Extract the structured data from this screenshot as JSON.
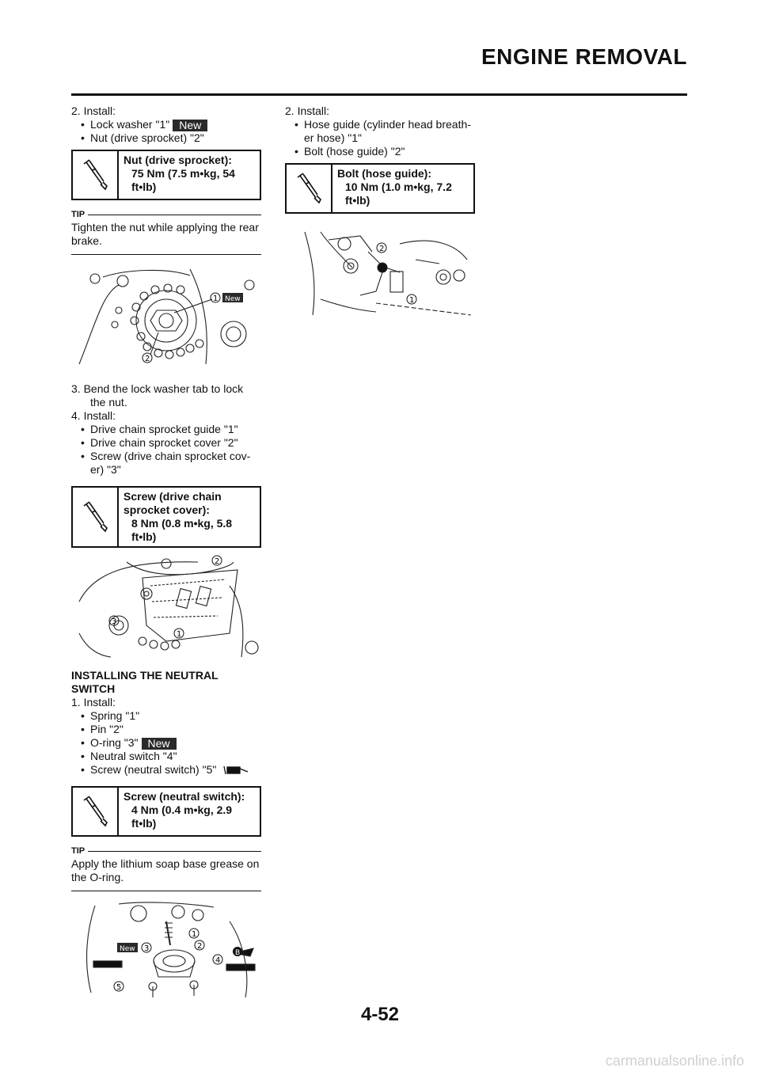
{
  "header": {
    "title": "ENGINE REMOVAL"
  },
  "left": {
    "step2_label": "2. Install:",
    "step2_items": [
      "Lock washer \"1\"",
      "Nut (drive sprocket) \"2\""
    ],
    "new_badge": "New",
    "torque1": {
      "line1": "Nut (drive sprocket):",
      "line2": "75 Nm (7.5 m•kg, 54",
      "line3": "ft•lb)"
    },
    "tip_label": "TIP",
    "tip1_text": "Tighten the nut while applying the rear brake.",
    "fig1_callouts": [
      "1",
      "2",
      "New"
    ],
    "step3_text1": "3. Bend the lock washer tab to lock",
    "step3_text2": "the nut.",
    "step4_label": "4. Install:",
    "step4_items": [
      "Drive chain sprocket guide \"1\"",
      "Drive chain sprocket cover \"2\"",
      "Screw (drive chain sprocket cov-"
    ],
    "step4_cont": "er) \"3\"",
    "torque2": {
      "line1": "Screw (drive chain",
      "line1b": "sprocket cover):",
      "line2": "8 Nm (0.8 m•kg, 5.8",
      "line3": "ft•lb)"
    },
    "fig2_callouts": [
      "1",
      "2",
      "3"
    ],
    "section_title": "INSTALLING THE NEUTRAL SWITCH",
    "ns_step_label": "1. Install:",
    "ns_items": [
      "Spring \"1\"",
      "Pin \"2\"",
      "O-ring \"3\"",
      "Neutral switch \"4\"",
      "Screw (neutral switch) \"5\""
    ],
    "torque3": {
      "line1": "Screw (neutral switch):",
      "line2": "4 Nm (0.4 m•kg, 2.9",
      "line3": "ft•lb)"
    },
    "tip2_text": "Apply the lithium soap base grease on the O-ring.",
    "fig3_callouts": [
      "1",
      "2",
      "3",
      "4",
      "5",
      "New",
      "B"
    ]
  },
  "right": {
    "step2_label": "2. Install:",
    "items": [
      "Hose guide (cylinder head breath-",
      "Bolt (hose guide) \"2\""
    ],
    "item1_cont": "er hose) \"1\"",
    "torque": {
      "line1": "Bolt (hose guide):",
      "line2": "10 Nm (1.0 m•kg, 7.2",
      "line3": "ft•lb)"
    },
    "fig_callouts": [
      "1",
      "2"
    ]
  },
  "page_number": "4-52",
  "footer": "carmanualsonline.info"
}
